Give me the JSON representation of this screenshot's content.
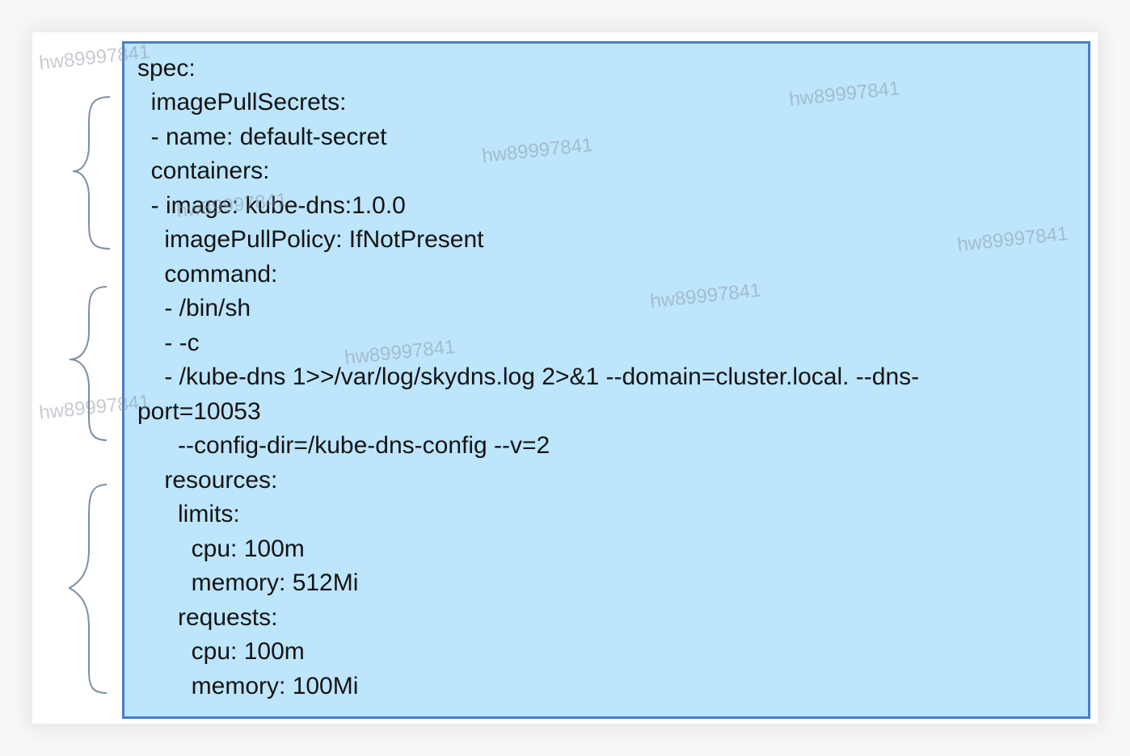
{
  "code_lines": [
    "spec:",
    "  imagePullSecrets:",
    "  - name: default-secret",
    "  containers:",
    "  - image: kube-dns:1.0.0",
    "    imagePullPolicy: IfNotPresent",
    "    command:",
    "    - /bin/sh",
    "    - -c",
    "    - /kube-dns 1>>/var/log/skydns.log 2>&1 --domain=cluster.local. --dns-",
    "port=10053",
    "      --config-dir=/kube-dns-config --v=2",
    "    resources:",
    "      limits:",
    "        cpu: 100m",
    "        memory: 512Mi",
    "      requests:",
    "        cpu: 100m",
    "        memory: 100Mi"
  ],
  "watermark": "hw89997841",
  "colors": {
    "code_background": "#bde5fc",
    "code_border": "#4a7ec6",
    "brace": "#7d8fa3"
  },
  "icons": [
    "curly-brace-icon",
    "curly-brace-icon",
    "curly-brace-icon"
  ]
}
